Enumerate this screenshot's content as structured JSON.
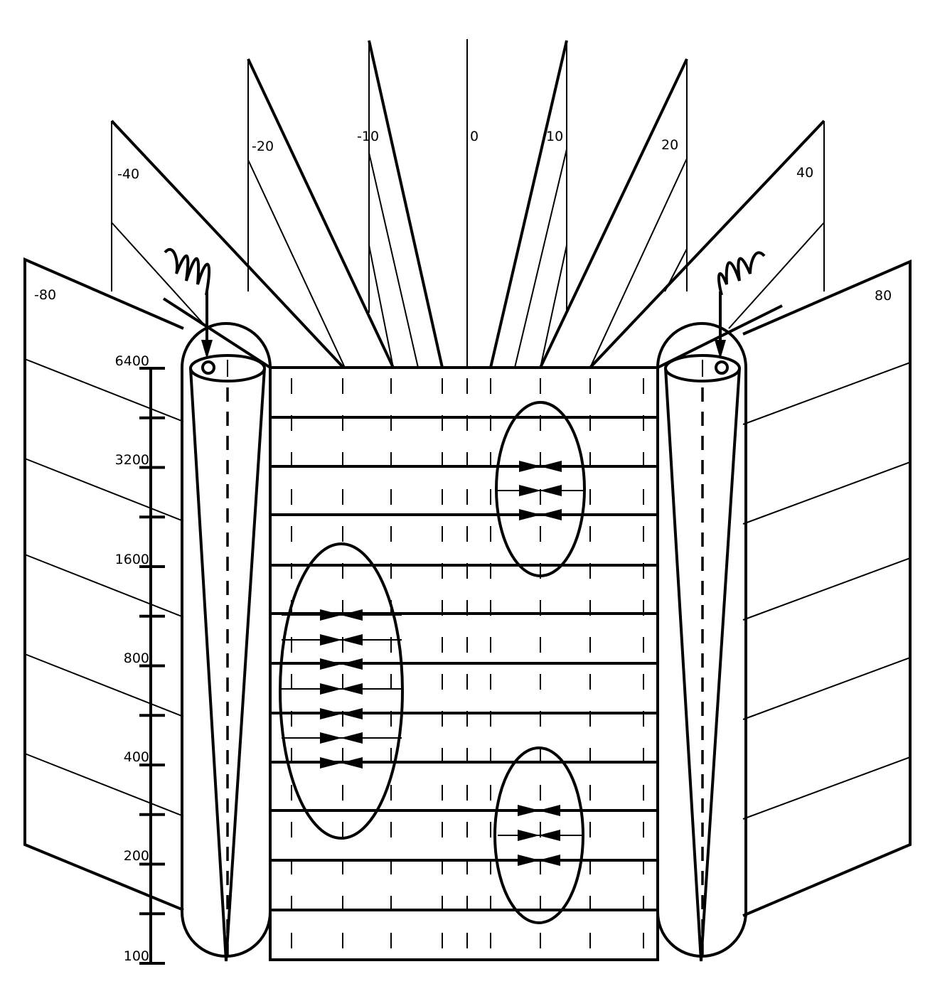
{
  "angle_labels": [
    "-80",
    "-40",
    "-20",
    "-10",
    "0",
    "10",
    "20",
    "40",
    "80"
  ],
  "depth_scale": {
    "labels": [
      "6400",
      "3200",
      "1600",
      "800",
      "400",
      "200",
      "100"
    ]
  },
  "regions": [
    {
      "name": "upper-right-ellipse",
      "arrow_pairs": 3
    },
    {
      "name": "left-large-ellipse",
      "arrow_pairs": 7
    },
    {
      "name": "lower-right-ellipse",
      "arrow_pairs": 3
    }
  ],
  "colors": {
    "ink": "#000000",
    "background": "#ffffff"
  }
}
